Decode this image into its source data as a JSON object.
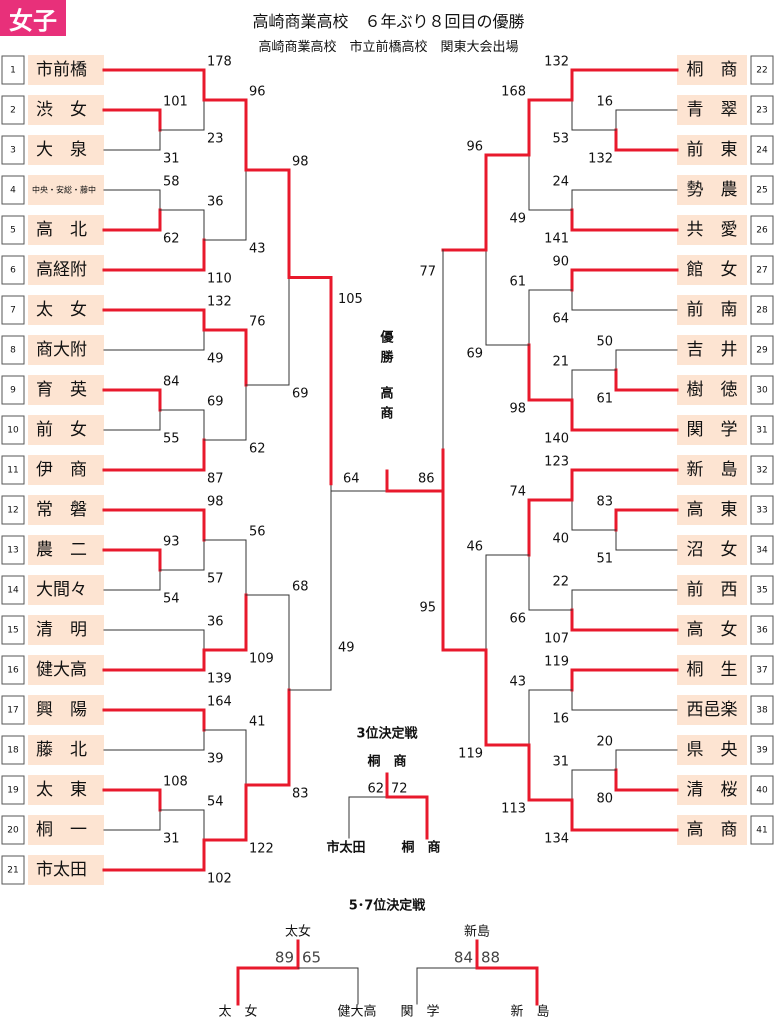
{
  "header": {
    "badge": "女子",
    "title": "高崎商業高校　６年ぶり８回目の優勝",
    "subtitle": "高崎商業高校　市立前橋高校　関東大会出場"
  },
  "colors": {
    "accent": "#e8307a",
    "win_line": "#e8192c",
    "name_fill": "#fde4d2",
    "line": "#333333"
  },
  "left_teams": [
    {
      "seed": "1",
      "name": "市前橋"
    },
    {
      "seed": "2",
      "name": "渋　女"
    },
    {
      "seed": "3",
      "name": "大　泉"
    },
    {
      "seed": "4",
      "name": "中央・安総・藤中"
    },
    {
      "seed": "5",
      "name": "高　北"
    },
    {
      "seed": "6",
      "name": "高経附"
    },
    {
      "seed": "7",
      "name": "太　女"
    },
    {
      "seed": "8",
      "name": "商大附"
    },
    {
      "seed": "9",
      "name": "育　英"
    },
    {
      "seed": "10",
      "name": "前　女"
    },
    {
      "seed": "11",
      "name": "伊　商"
    },
    {
      "seed": "12",
      "name": "常　磐"
    },
    {
      "seed": "13",
      "name": "農　二"
    },
    {
      "seed": "14",
      "name": "大間々"
    },
    {
      "seed": "15",
      "name": "清　明"
    },
    {
      "seed": "16",
      "name": "健大高"
    },
    {
      "seed": "17",
      "name": "興　陽"
    },
    {
      "seed": "18",
      "name": "藤　北"
    },
    {
      "seed": "19",
      "name": "太　東"
    },
    {
      "seed": "20",
      "name": "桐　一"
    },
    {
      "seed": "21",
      "name": "市太田"
    }
  ],
  "right_teams": [
    {
      "seed": "22",
      "name": "桐　商"
    },
    {
      "seed": "23",
      "name": "青　翠"
    },
    {
      "seed": "24",
      "name": "前　東"
    },
    {
      "seed": "25",
      "name": "勢　農"
    },
    {
      "seed": "26",
      "name": "共　愛"
    },
    {
      "seed": "27",
      "name": "館　女"
    },
    {
      "seed": "28",
      "name": "前　南"
    },
    {
      "seed": "29",
      "name": "吉　井"
    },
    {
      "seed": "30",
      "name": "樹　徳"
    },
    {
      "seed": "31",
      "name": "関　学"
    },
    {
      "seed": "32",
      "name": "新　島"
    },
    {
      "seed": "33",
      "name": "高　東"
    },
    {
      "seed": "34",
      "name": "沼　女"
    },
    {
      "seed": "35",
      "name": "前　西"
    },
    {
      "seed": "36",
      "name": "高　女"
    },
    {
      "seed": "37",
      "name": "桐　生"
    },
    {
      "seed": "38",
      "name": "西邑楽"
    },
    {
      "seed": "39",
      "name": "県　央"
    },
    {
      "seed": "40",
      "name": "清　桜"
    },
    {
      "seed": "41",
      "name": "高　商"
    }
  ],
  "scores": {
    "l1_2_3": [
      "101",
      "31"
    ],
    "l1_4_5": [
      "58",
      "62"
    ],
    "l1_9_10": [
      "84",
      "55"
    ],
    "l1_13_14": [
      "93",
      "54"
    ],
    "l1_19_20": [
      "108",
      "31"
    ],
    "l2_1": [
      "178",
      "23"
    ],
    "l2_5_6": [
      "36",
      "110"
    ],
    "l2_7_8": [
      "132",
      "49"
    ],
    "l2_10_11": [
      "69",
      "87"
    ],
    "l2_12_13": [
      "98",
      "57"
    ],
    "l2_15_16": [
      "36",
      "139"
    ],
    "l2_17_18": [
      "164",
      "39"
    ],
    "l2_20_21": [
      "54",
      "102"
    ],
    "l3_a": [
      "96",
      "43"
    ],
    "l3_b": [
      "76",
      "62"
    ],
    "l3_c": [
      "56",
      "109"
    ],
    "l3_d": [
      "41",
      "122"
    ],
    "l4_a": [
      "98",
      "69"
    ],
    "l4_b": [
      "68",
      "83"
    ],
    "l5": [
      "105",
      "49"
    ],
    "final": [
      "64",
      "86"
    ],
    "r5": [
      "77",
      "95"
    ],
    "r4_a": [
      "96",
      "69"
    ],
    "r4_b": [
      "46",
      "119"
    ],
    "r3_a": [
      "168",
      "49"
    ],
    "r3_b": [
      "61",
      "98"
    ],
    "r3_c": [
      "74",
      "66"
    ],
    "r3_d": [
      "43",
      "113"
    ],
    "r2_22": [
      "132",
      "53"
    ],
    "r2_25_26": [
      "24",
      "141"
    ],
    "r2_27_28": [
      "90",
      "64"
    ],
    "r2_29_31": [
      "21",
      "140"
    ],
    "r2_32": [
      "123",
      "40"
    ],
    "r2_35_36": [
      "22",
      "107"
    ],
    "r2_37_38": [
      "119",
      "16"
    ],
    "r2_39_41": [
      "31",
      "134"
    ],
    "r1_23_24": [
      "16",
      "132"
    ],
    "r1_29_30": [
      "50",
      "61"
    ],
    "r1_33_34": [
      "83",
      "51"
    ],
    "r1_39_40": [
      "20",
      "80"
    ]
  },
  "champion": {
    "label": "優勝",
    "team": "高商"
  },
  "third_place": {
    "title": "3位決定戦",
    "winner": "桐　商",
    "scores": [
      "62",
      "72"
    ],
    "left": "市太田",
    "right": "桐　商"
  },
  "fifth_place": {
    "title": "5･7位決定戦",
    "games": [
      {
        "winner": "太女",
        "scores": [
          "89",
          "65"
        ],
        "left": "太　女",
        "right": "健大高"
      },
      {
        "winner": "新島",
        "scores": [
          "84",
          "88"
        ],
        "left": "関　学",
        "right": "新　島"
      }
    ]
  }
}
